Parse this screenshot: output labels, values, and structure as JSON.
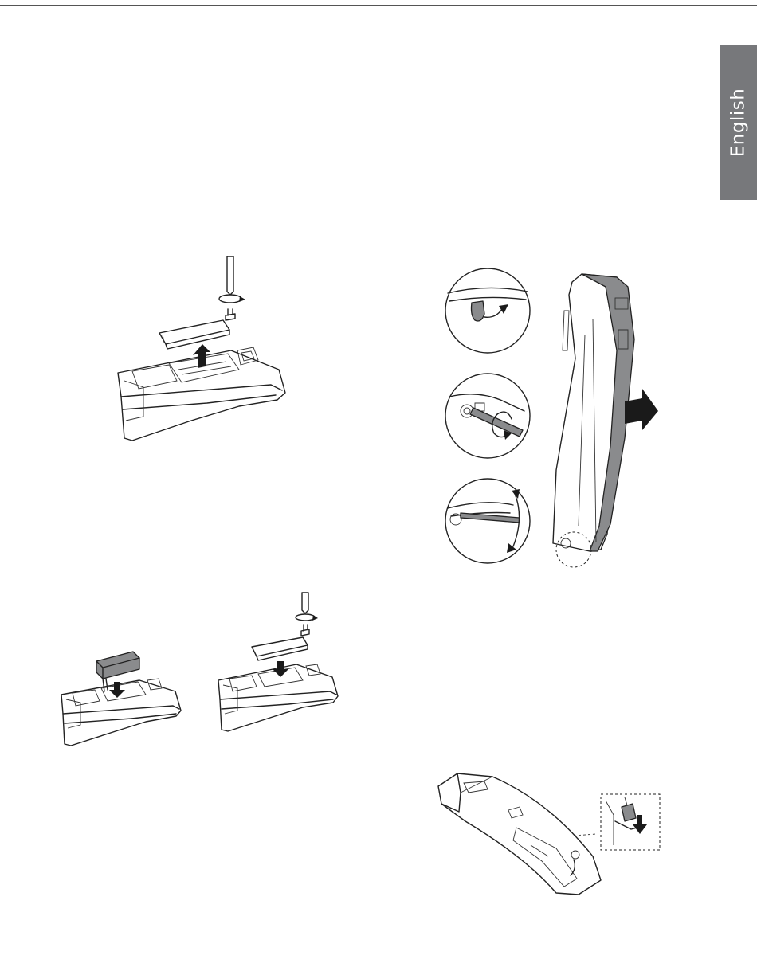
{
  "language_tab": {
    "label": "English",
    "background": "#77787b",
    "text_color": "#ffffff"
  },
  "figures": [
    {
      "id": "base-battery-cover-removal",
      "icons": [
        "screwdriver-icon",
        "screw-icon",
        "rotate-arrow-icon",
        "up-arrow-icon"
      ]
    },
    {
      "id": "base-battery-insert",
      "icons": [
        "battery-icon",
        "down-arrow-icon"
      ]
    },
    {
      "id": "base-cover-refit",
      "icons": [
        "screwdriver-icon",
        "screw-icon",
        "rotate-arrow-icon",
        "down-arrow-icon"
      ]
    },
    {
      "id": "handset-cover-release",
      "icons": [
        "release-tab-icon",
        "screwdriver-icon",
        "rotate-arrow-icon",
        "pry-arrow-icon",
        "right-arrow-icon"
      ]
    },
    {
      "id": "handset-battery-connect",
      "icons": [
        "connector-icon",
        "down-arrow-icon"
      ]
    }
  ]
}
